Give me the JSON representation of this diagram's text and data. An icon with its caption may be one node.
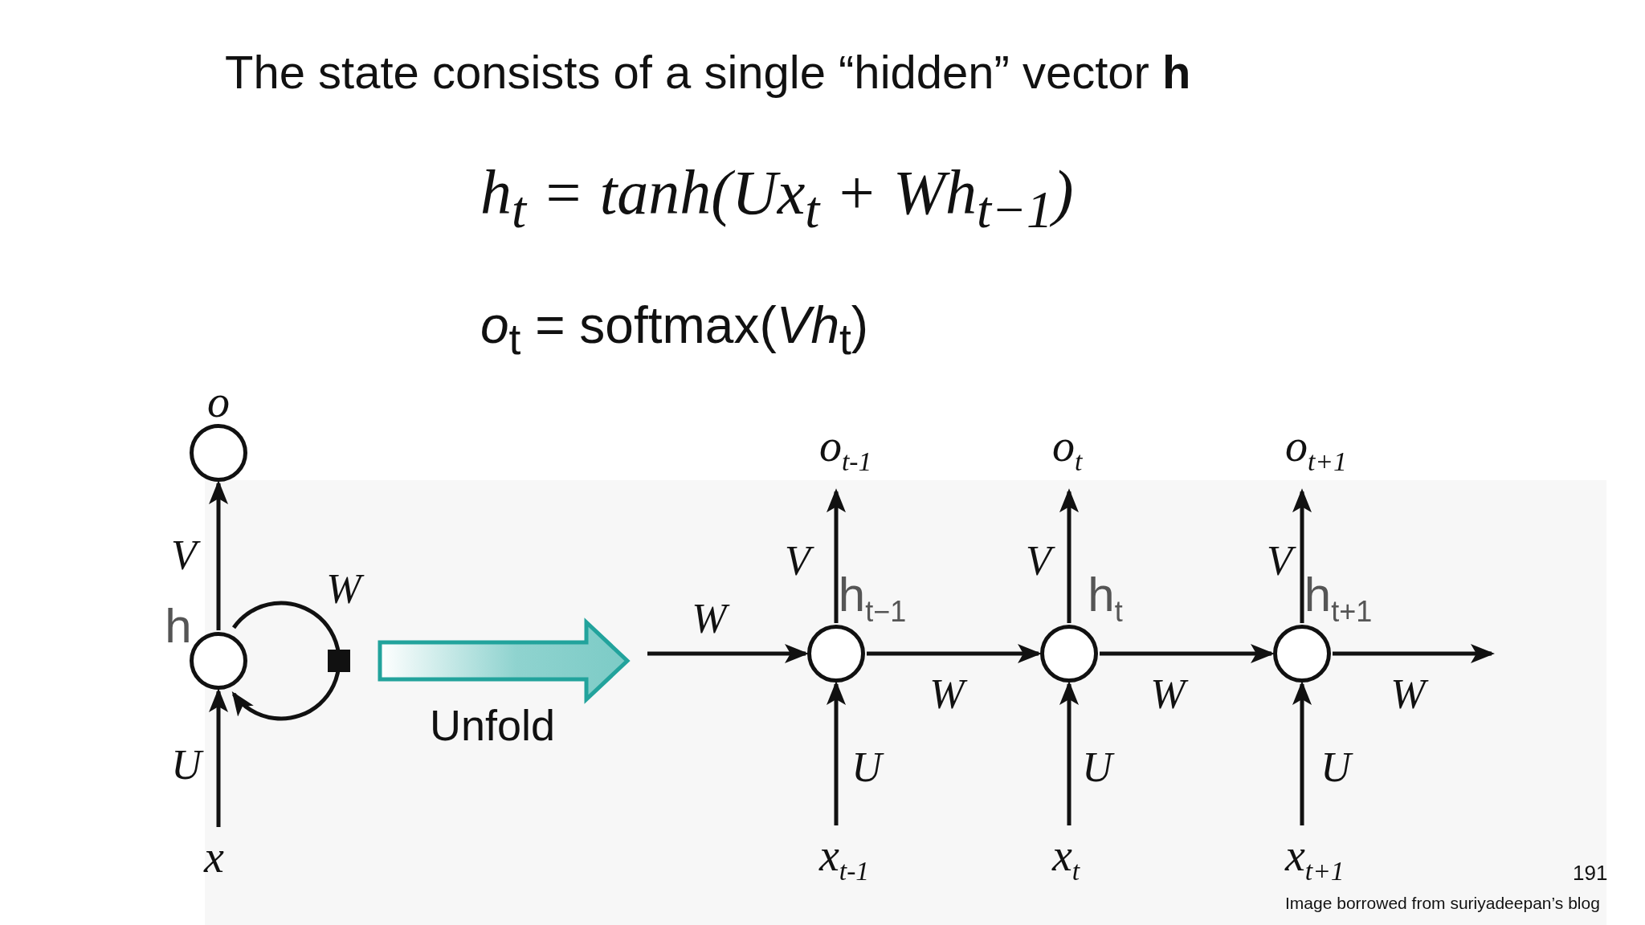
{
  "diagram": {
    "title": "The state consists of a single “hidden” vector **h**",
    "nodes": [
      {
        "text": [],
        "shape": "circle",
        "beside": [
          "o"
        ]
      },
      {
        "text": [],
        "shape": "circle",
        "beside": [
          "h"
        ]
      },
      {
        "text": [
          "x"
        ]
      },
      {
        "text": [
          "o$_{t-1}$"
        ]
      },
      {
        "text": [
          "o$_{t}$"
        ]
      },
      {
        "text": [
          "o$_{t+1}$"
        ]
      },
      {
        "text": [],
        "shape": "circle",
        "beside": [
          "h$_{t−1}$"
        ]
      },
      {
        "text": [],
        "shape": "circle",
        "beside": [
          "h$_{t}$"
        ]
      },
      {
        "text": [],
        "shape": "circle",
        "beside": [
          "h$_{t+1}$"
        ]
      },
      {
        "text": [
          "x$_{t-1}$"
        ]
      },
      {
        "text": [
          "x$_{t}$"
        ]
      },
      {
        "text": [
          "x$_{t+1}$"
        ]
      }
    ],
    "edges": [
      {
        "from": 1,
        "to": 0,
        "arrow": "to",
        "label": "V"
      },
      {
        "from": 2,
        "to": 1,
        "arrow": "to",
        "label": "U"
      },
      {
        "from": 1,
        "to": 1,
        "arrow": "to",
        "label": "W"
      },
      {
        "from": null,
        "to": 6,
        "arrow": "to",
        "label": "W"
      },
      {
        "from": 6,
        "to": 7,
        "arrow": "to",
        "label": "W"
      },
      {
        "from": 7,
        "to": 8,
        "arrow": "to",
        "label": "W"
      },
      {
        "from": 8,
        "to": null,
        "arrow": "to",
        "label": "W"
      },
      {
        "from": 6,
        "to": 3,
        "arrow": "to",
        "label": "V"
      },
      {
        "from": 7,
        "to": 4,
        "arrow": "to",
        "label": "V"
      },
      {
        "from": 8,
        "to": 5,
        "arrow": "to",
        "label": "V"
      },
      {
        "from": 9,
        "to": 6,
        "arrow": "to",
        "label": "U"
      },
      {
        "from": 10,
        "to": 7,
        "arrow": "to",
        "label": "U"
      },
      {
        "from": 11,
        "to": 8,
        "arrow": "to",
        "label": "U"
      }
    ],
    "labels": [
      "h$_{t}$ = tanh(Ux$_{t}$ + Wh$_{t−1}$)",
      "*o*$_{t}$ = softmax(*Vh*$_{t}$)",
      "Unfold",
      "191",
      "Image borrowed from suriyadeepan’s blog"
    ]
  }
}
